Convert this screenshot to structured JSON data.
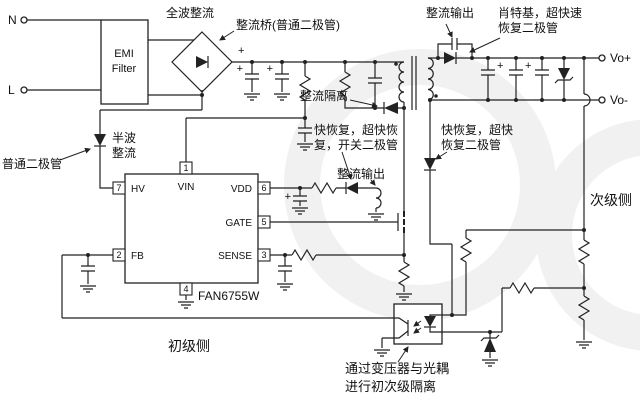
{
  "diagram": {
    "input": {
      "n": "N",
      "l": "L",
      "emi_line1": "EMI",
      "emi_line2": "Filter"
    },
    "labels": {
      "full_wave_rect": "全波整流",
      "bridge_note": "整流桥(普通二极管)",
      "rect_output_top": "整流输出",
      "schottky_line1": "肖特基，超快速",
      "schottky_line2": "恢复二极管",
      "rect_isolation": "整流隔离",
      "fast_switch_line1": "快恢复，超快恢",
      "fast_switch_line2": "复，开关二极管",
      "fast_recovery_line1": "快恢复，超快",
      "fast_recovery_line2": "恢复二极管",
      "rect_output_mid": "整流输出",
      "half_wave_line1": "半波",
      "half_wave_line2": "整流",
      "ordinary_diode": "普通二极管",
      "primary_side": "初级侧",
      "secondary_side": "次级侧",
      "isolation_note_line1": "通过变压器与光耦",
      "isolation_note_line2": "进行初次级隔离",
      "plus": "+"
    },
    "outputs": {
      "vo_plus": "Vo+",
      "vo_minus": "Vo-"
    },
    "ic": {
      "part": "FAN6755W",
      "pins": {
        "hv": {
          "num": "7",
          "name": "HV"
        },
        "vin": {
          "num": "1",
          "name": "VIN"
        },
        "vdd": {
          "num": "6",
          "name": "VDD"
        },
        "gate": {
          "num": "5",
          "name": "GATE"
        },
        "sense": {
          "num": "3",
          "name": "SENSE"
        },
        "fb": {
          "num": "2",
          "name": "FB"
        },
        "gnd": {
          "num": "4"
        }
      }
    },
    "colors": {
      "wire": "#222222",
      "text": "#111111",
      "watermark": "#f1f1f1",
      "background": "#ffffff"
    }
  }
}
